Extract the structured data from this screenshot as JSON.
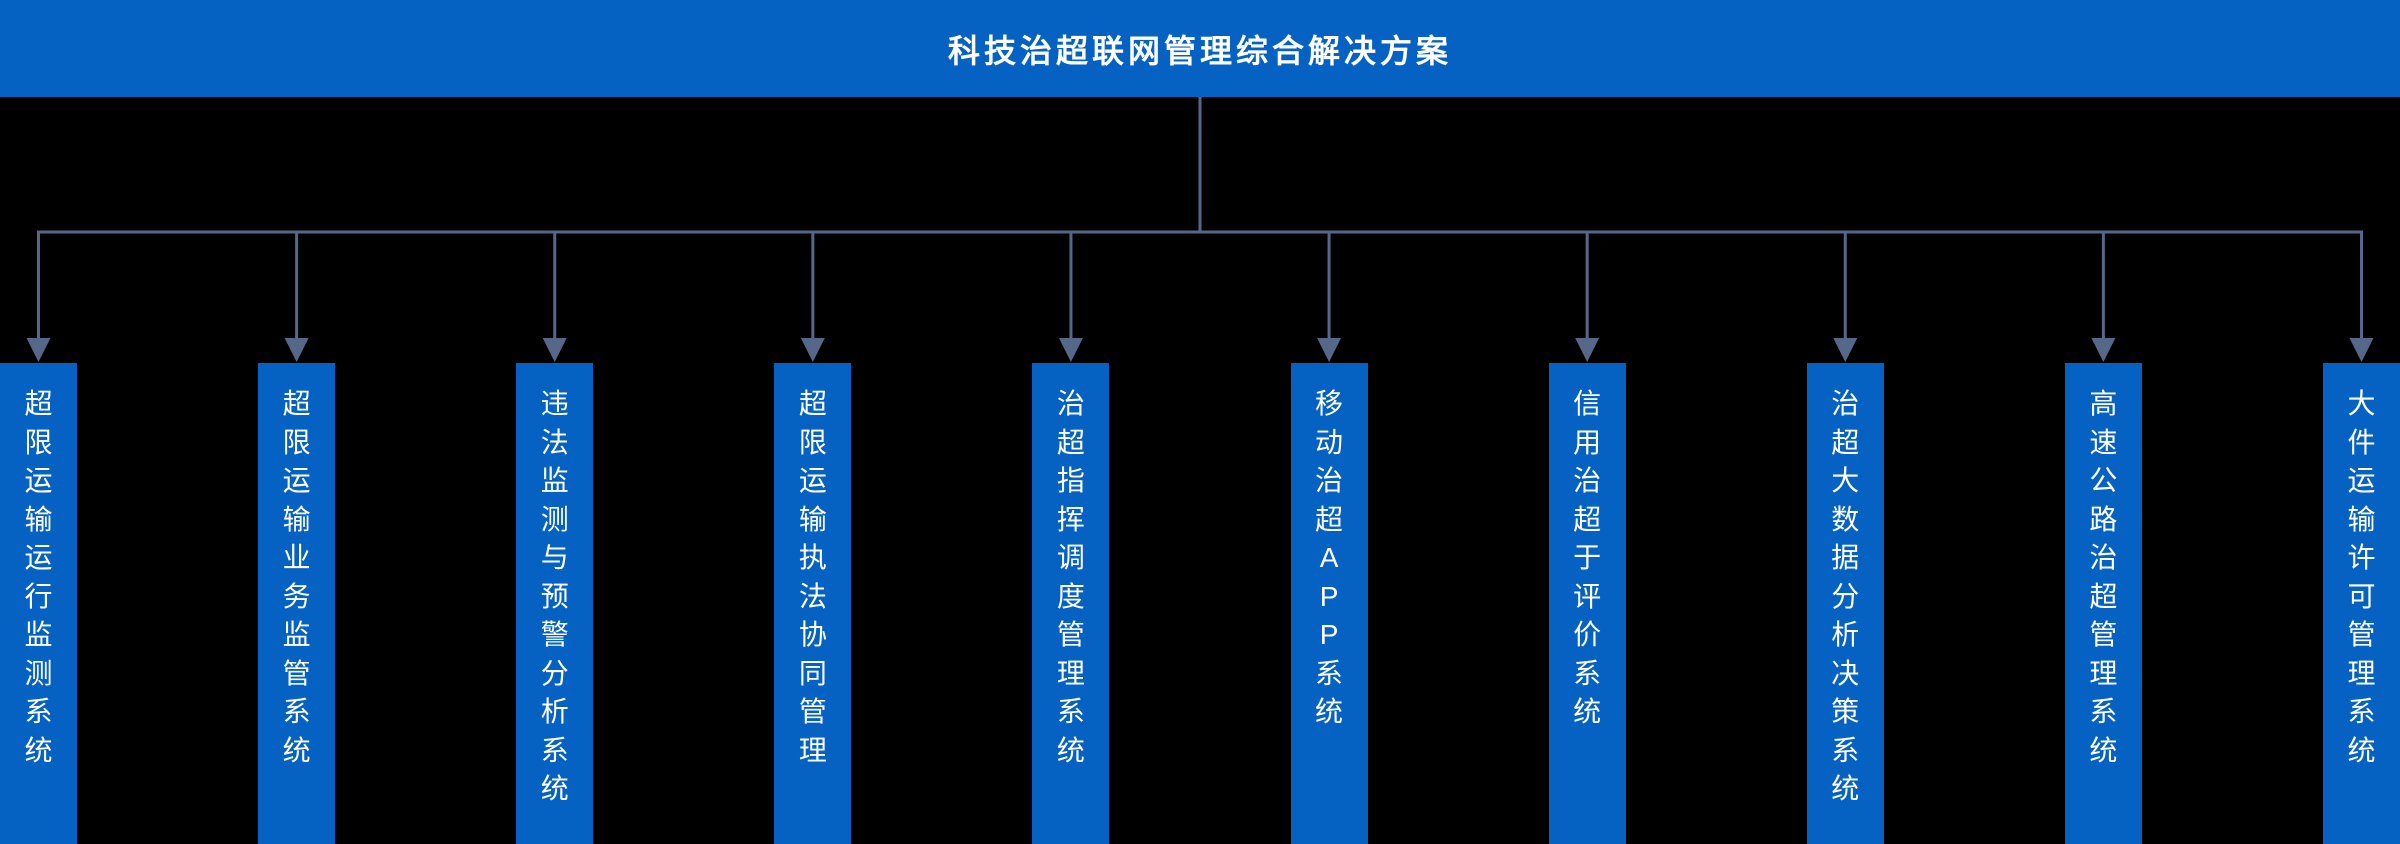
{
  "title": "科技治超联网管理综合解决方案",
  "colors": {
    "background": "#000000",
    "header_bg": "#0562c2",
    "box_bg": "#0562c2",
    "connector": "#56688a",
    "text": "#ffffff"
  },
  "diagram": {
    "type": "tree",
    "root": "科技治超联网管理综合解决方案",
    "children_count": 10
  },
  "nodes": [
    {
      "label": "超限运输运行监测系统"
    },
    {
      "label": "超限运输业务监管系统"
    },
    {
      "label": "违法监测与预警分析系统"
    },
    {
      "label": "超限运输执法协同管理"
    },
    {
      "label": "治超指挥调度管理系统"
    },
    {
      "label": "移动治超APP系统"
    },
    {
      "label": "信用治超于评价系统"
    },
    {
      "label": "治超大数据分析决策系统"
    },
    {
      "label": "高速公路治超管理系统"
    },
    {
      "label": "大件运输许可管理系统"
    }
  ]
}
